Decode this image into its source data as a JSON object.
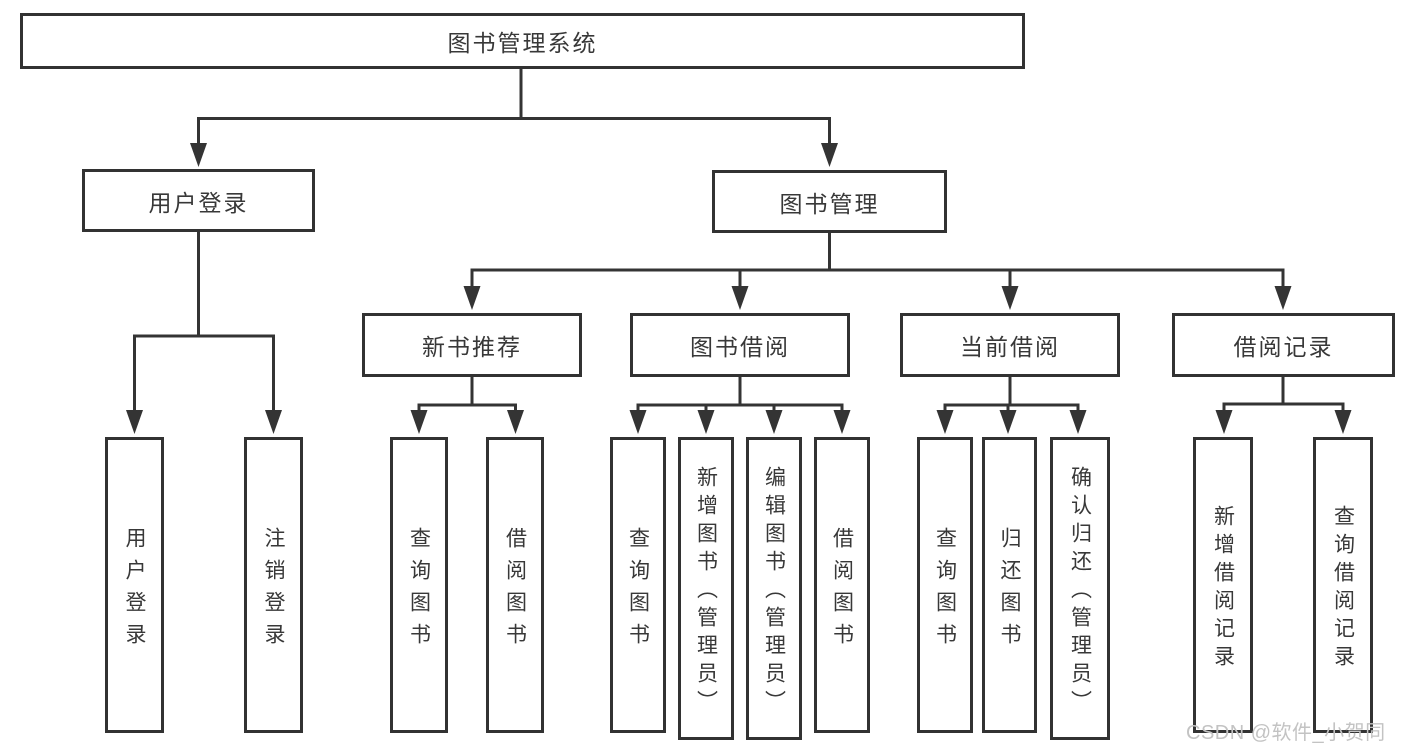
{
  "tree": {
    "label": "图书管理系统",
    "children": [
      {
        "label": "用户登录",
        "children": [
          {
            "label": "用户登录"
          },
          {
            "label": "注销登录"
          }
        ]
      },
      {
        "label": "图书管理",
        "children": [
          {
            "label": "新书推荐",
            "children": [
              {
                "label": "查询图书"
              },
              {
                "label": "借阅图书"
              }
            ]
          },
          {
            "label": "图书借阅",
            "children": [
              {
                "label": "查询图书"
              },
              {
                "label": "新增图书（管理员）"
              },
              {
                "label": "编辑图书（管理员）"
              },
              {
                "label": "借阅图书"
              }
            ]
          },
          {
            "label": "当前借阅",
            "children": [
              {
                "label": "查询图书"
              },
              {
                "label": "归还图书"
              },
              {
                "label": "确认归还（管理员）"
              }
            ]
          },
          {
            "label": "借阅记录",
            "children": [
              {
                "label": "新增借阅记录"
              },
              {
                "label": "查询借阅记录"
              }
            ]
          }
        ]
      }
    ]
  },
  "watermark": {
    "text": "CSDN @软件_小贺同学"
  },
  "colors": {
    "line": "#343434",
    "box_border": "#323232",
    "text": "#383838",
    "watermark": "#c3c3c3",
    "background": "#ffffff"
  }
}
